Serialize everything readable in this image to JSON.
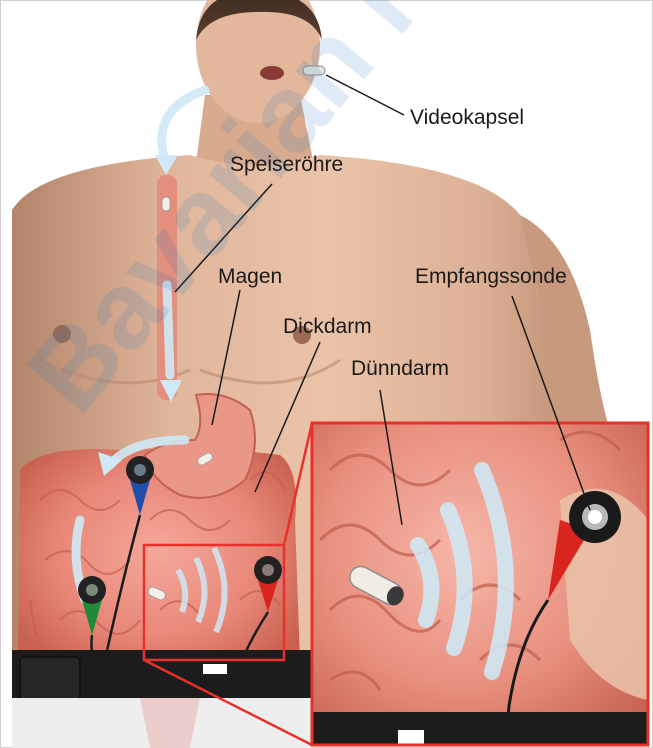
{
  "labels": {
    "capsule": "Videokapsel",
    "esophagus": "Speiseröhre",
    "stomach": "Magen",
    "large_intestine": "Dickdarm",
    "small_intestine": "Dünndarm",
    "receiver": "Empfangssonde"
  },
  "watermark": "Bavarian Hea",
  "colors": {
    "inset_frame": "#e8302c",
    "flow_arrow": "#cfe9f6",
    "leader_line": "#1a1a1a",
    "electrode_blue": "#1f4fa8",
    "electrode_red": "#d9251e",
    "electrode_green": "#1f8a3a",
    "belt": "#1c1c1c"
  }
}
